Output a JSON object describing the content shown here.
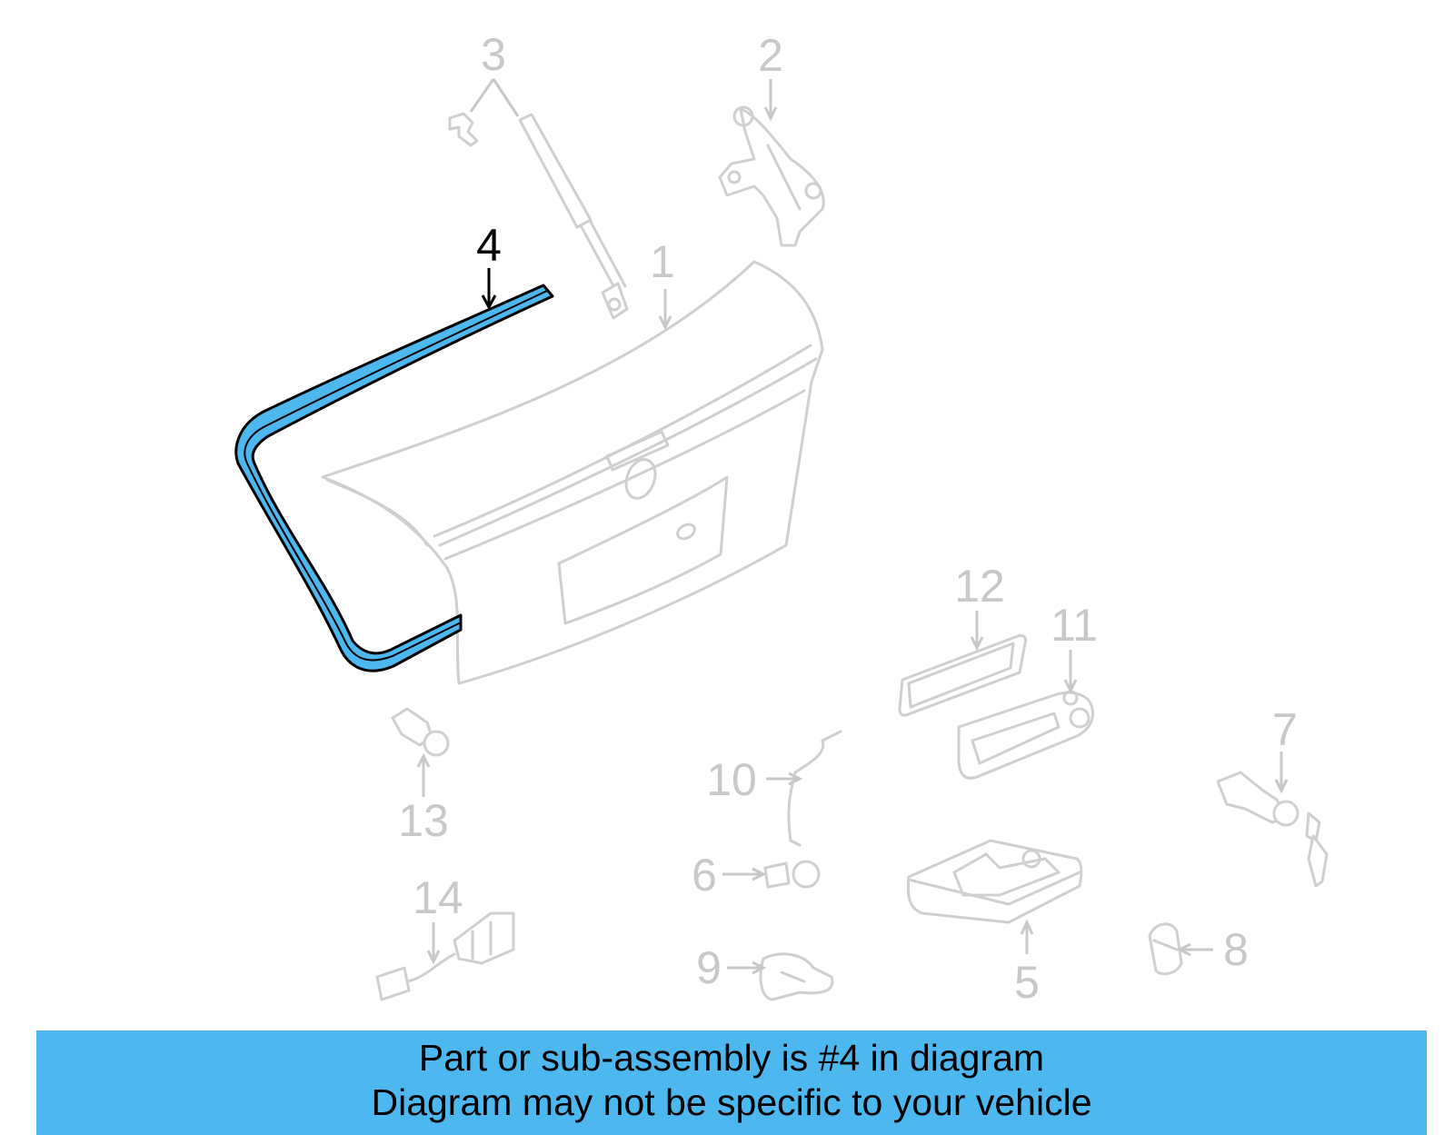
{
  "callouts": {
    "c1": "1",
    "c2": "2",
    "c3": "3",
    "c4": "4",
    "c5": "5",
    "c6": "6",
    "c7": "7",
    "c8": "8",
    "c9": "9",
    "c10": "10",
    "c11": "11",
    "c12": "12",
    "c13": "13",
    "c14": "14"
  },
  "highlight_part": "4",
  "colors": {
    "highlight": "#4db8f0",
    "banner": "#4db8f0",
    "muted": "#c8c8c8"
  },
  "banner": {
    "line1": "Part or sub-assembly is #4 in diagram",
    "line2": "Diagram may not be specific to your vehicle"
  }
}
